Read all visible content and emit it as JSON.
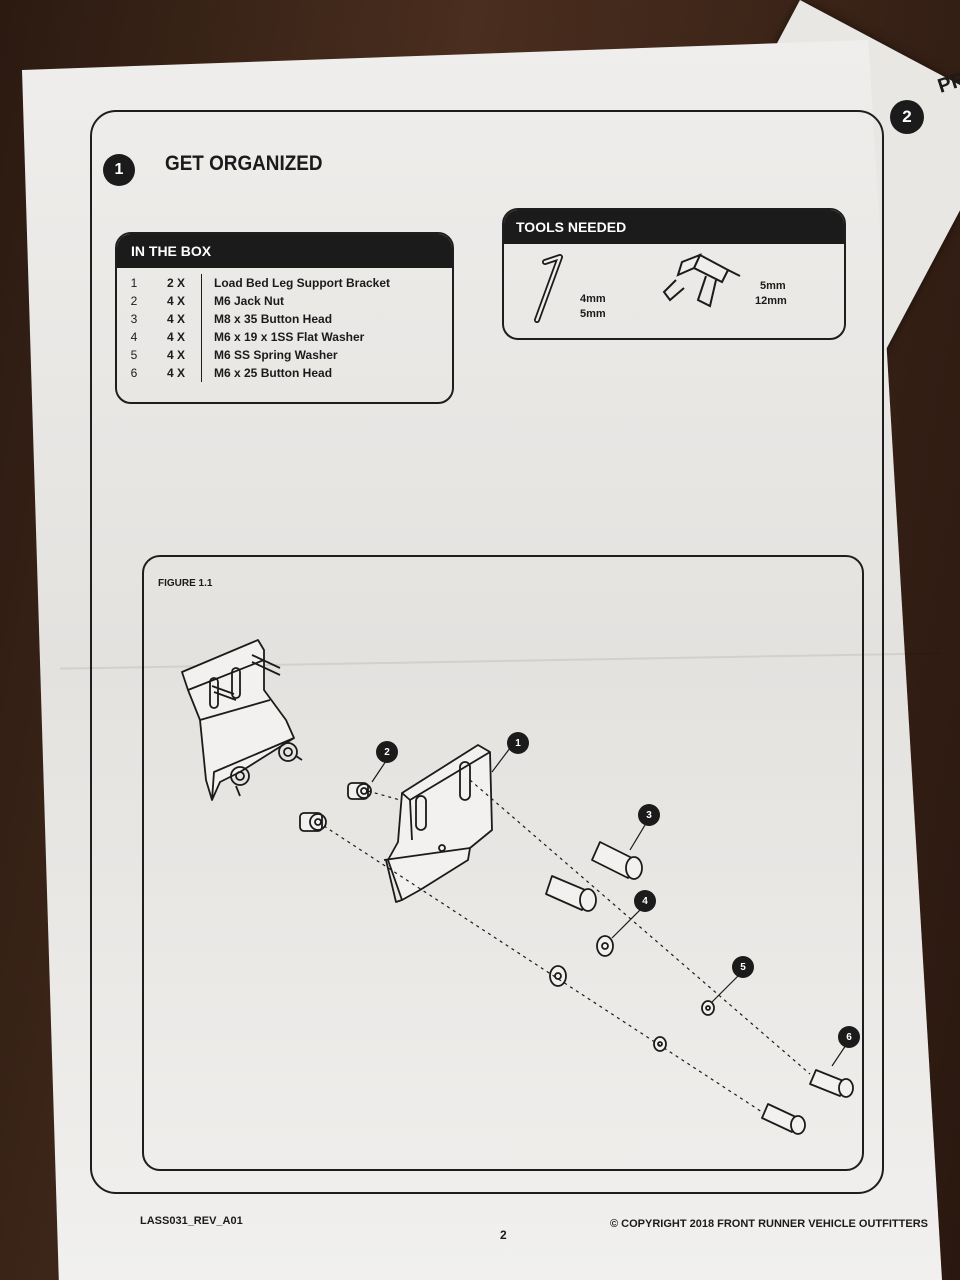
{
  "next_page": {
    "step_number": "2",
    "heading": "PR"
  },
  "step": {
    "number": "1",
    "title": "GET ORGANIZED"
  },
  "in_the_box": {
    "title": "IN THE BOX",
    "items": [
      {
        "num": "1",
        "qty": "2 X",
        "desc": "Load Bed Leg Support Bracket"
      },
      {
        "num": "2",
        "qty": "4 X",
        "desc": "M6 Jack Nut"
      },
      {
        "num": "3",
        "qty": "4 X",
        "desc": "M8 x 35 Button Head"
      },
      {
        "num": "4",
        "qty": "4 X",
        "desc": "M6 x 19 x 1SS Flat Washer"
      },
      {
        "num": "5",
        "qty": "4 X",
        "desc": "M6 SS Spring Washer"
      },
      {
        "num": "6",
        "qty": "4 X",
        "desc": "M6 x 25 Button Head"
      }
    ]
  },
  "tools_needed": {
    "title": "TOOLS NEEDED",
    "allen_key": {
      "icon": "allen-key-icon",
      "sizes": [
        "4mm",
        "5mm"
      ]
    },
    "drill": {
      "icon": "drill-icon",
      "sizes": [
        "5mm",
        "12mm"
      ]
    }
  },
  "figure": {
    "label": "FIGURE 1.1",
    "callouts": [
      "1",
      "2",
      "3",
      "4",
      "5",
      "6"
    ]
  },
  "footer": {
    "doc_code": "LASS031_REV_A01",
    "page_number": "2",
    "copyright": "© COPYRIGHT  2018 FRONT RUNNER VEHICLE OUTFITTERS"
  }
}
